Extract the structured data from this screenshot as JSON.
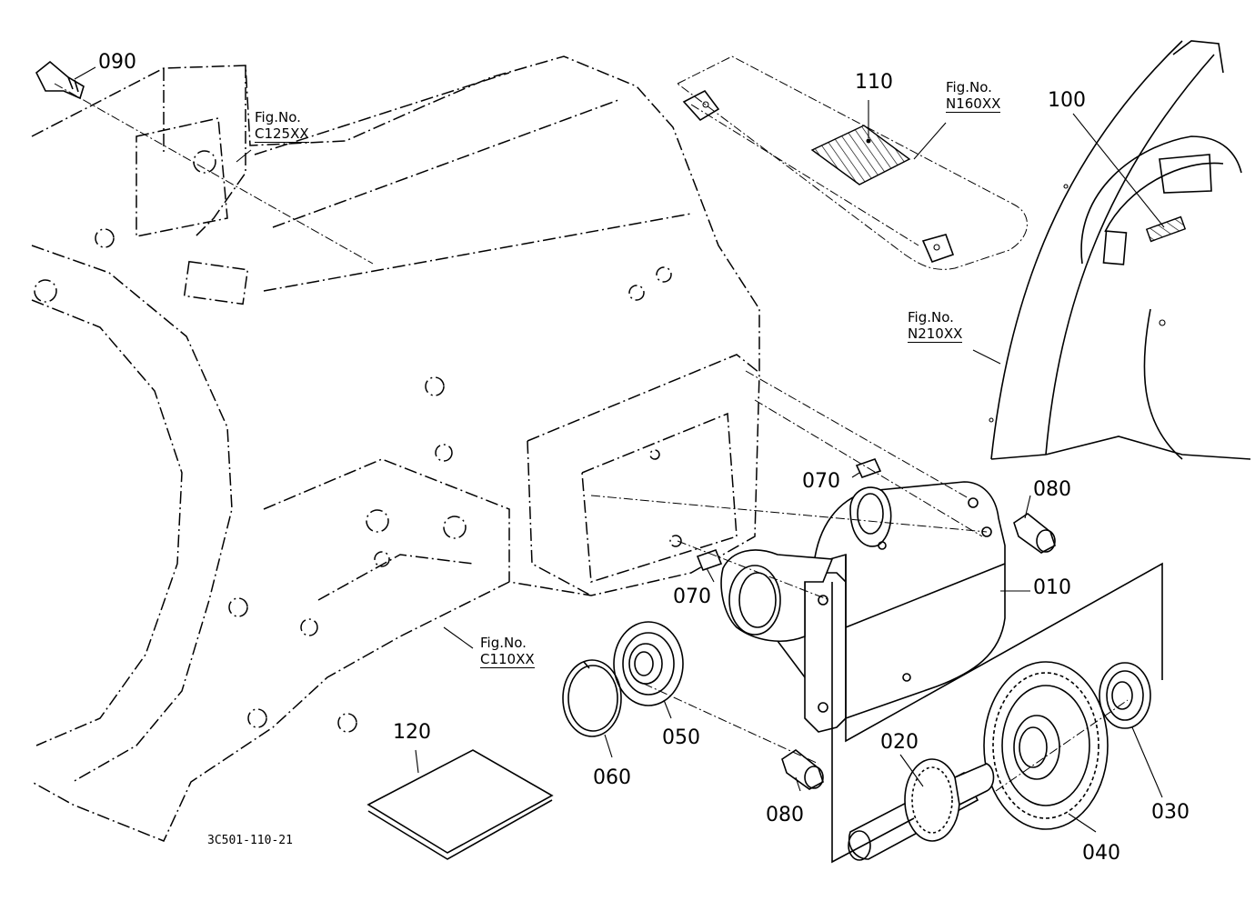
{
  "diagram": {
    "part_labels": {
      "p090": "090",
      "p110": "110",
      "p100": "100",
      "p070a": "070",
      "p080a": "080",
      "p010": "010",
      "p070b": "070",
      "p050": "050",
      "p060": "060",
      "p120": "120",
      "p020": "020",
      "p080b": "080",
      "p030": "030",
      "p040": "040"
    },
    "figure_refs": {
      "c125": {
        "title": "Fig.No.",
        "code": "C125XX"
      },
      "n160": {
        "title": "Fig.No.",
        "code": "N160XX"
      },
      "n210": {
        "title": "Fig.No.",
        "code": "N210XX"
      },
      "c110": {
        "title": "Fig.No.",
        "code": "C110XX"
      }
    },
    "drawing_code": "3C501-110-21"
  }
}
